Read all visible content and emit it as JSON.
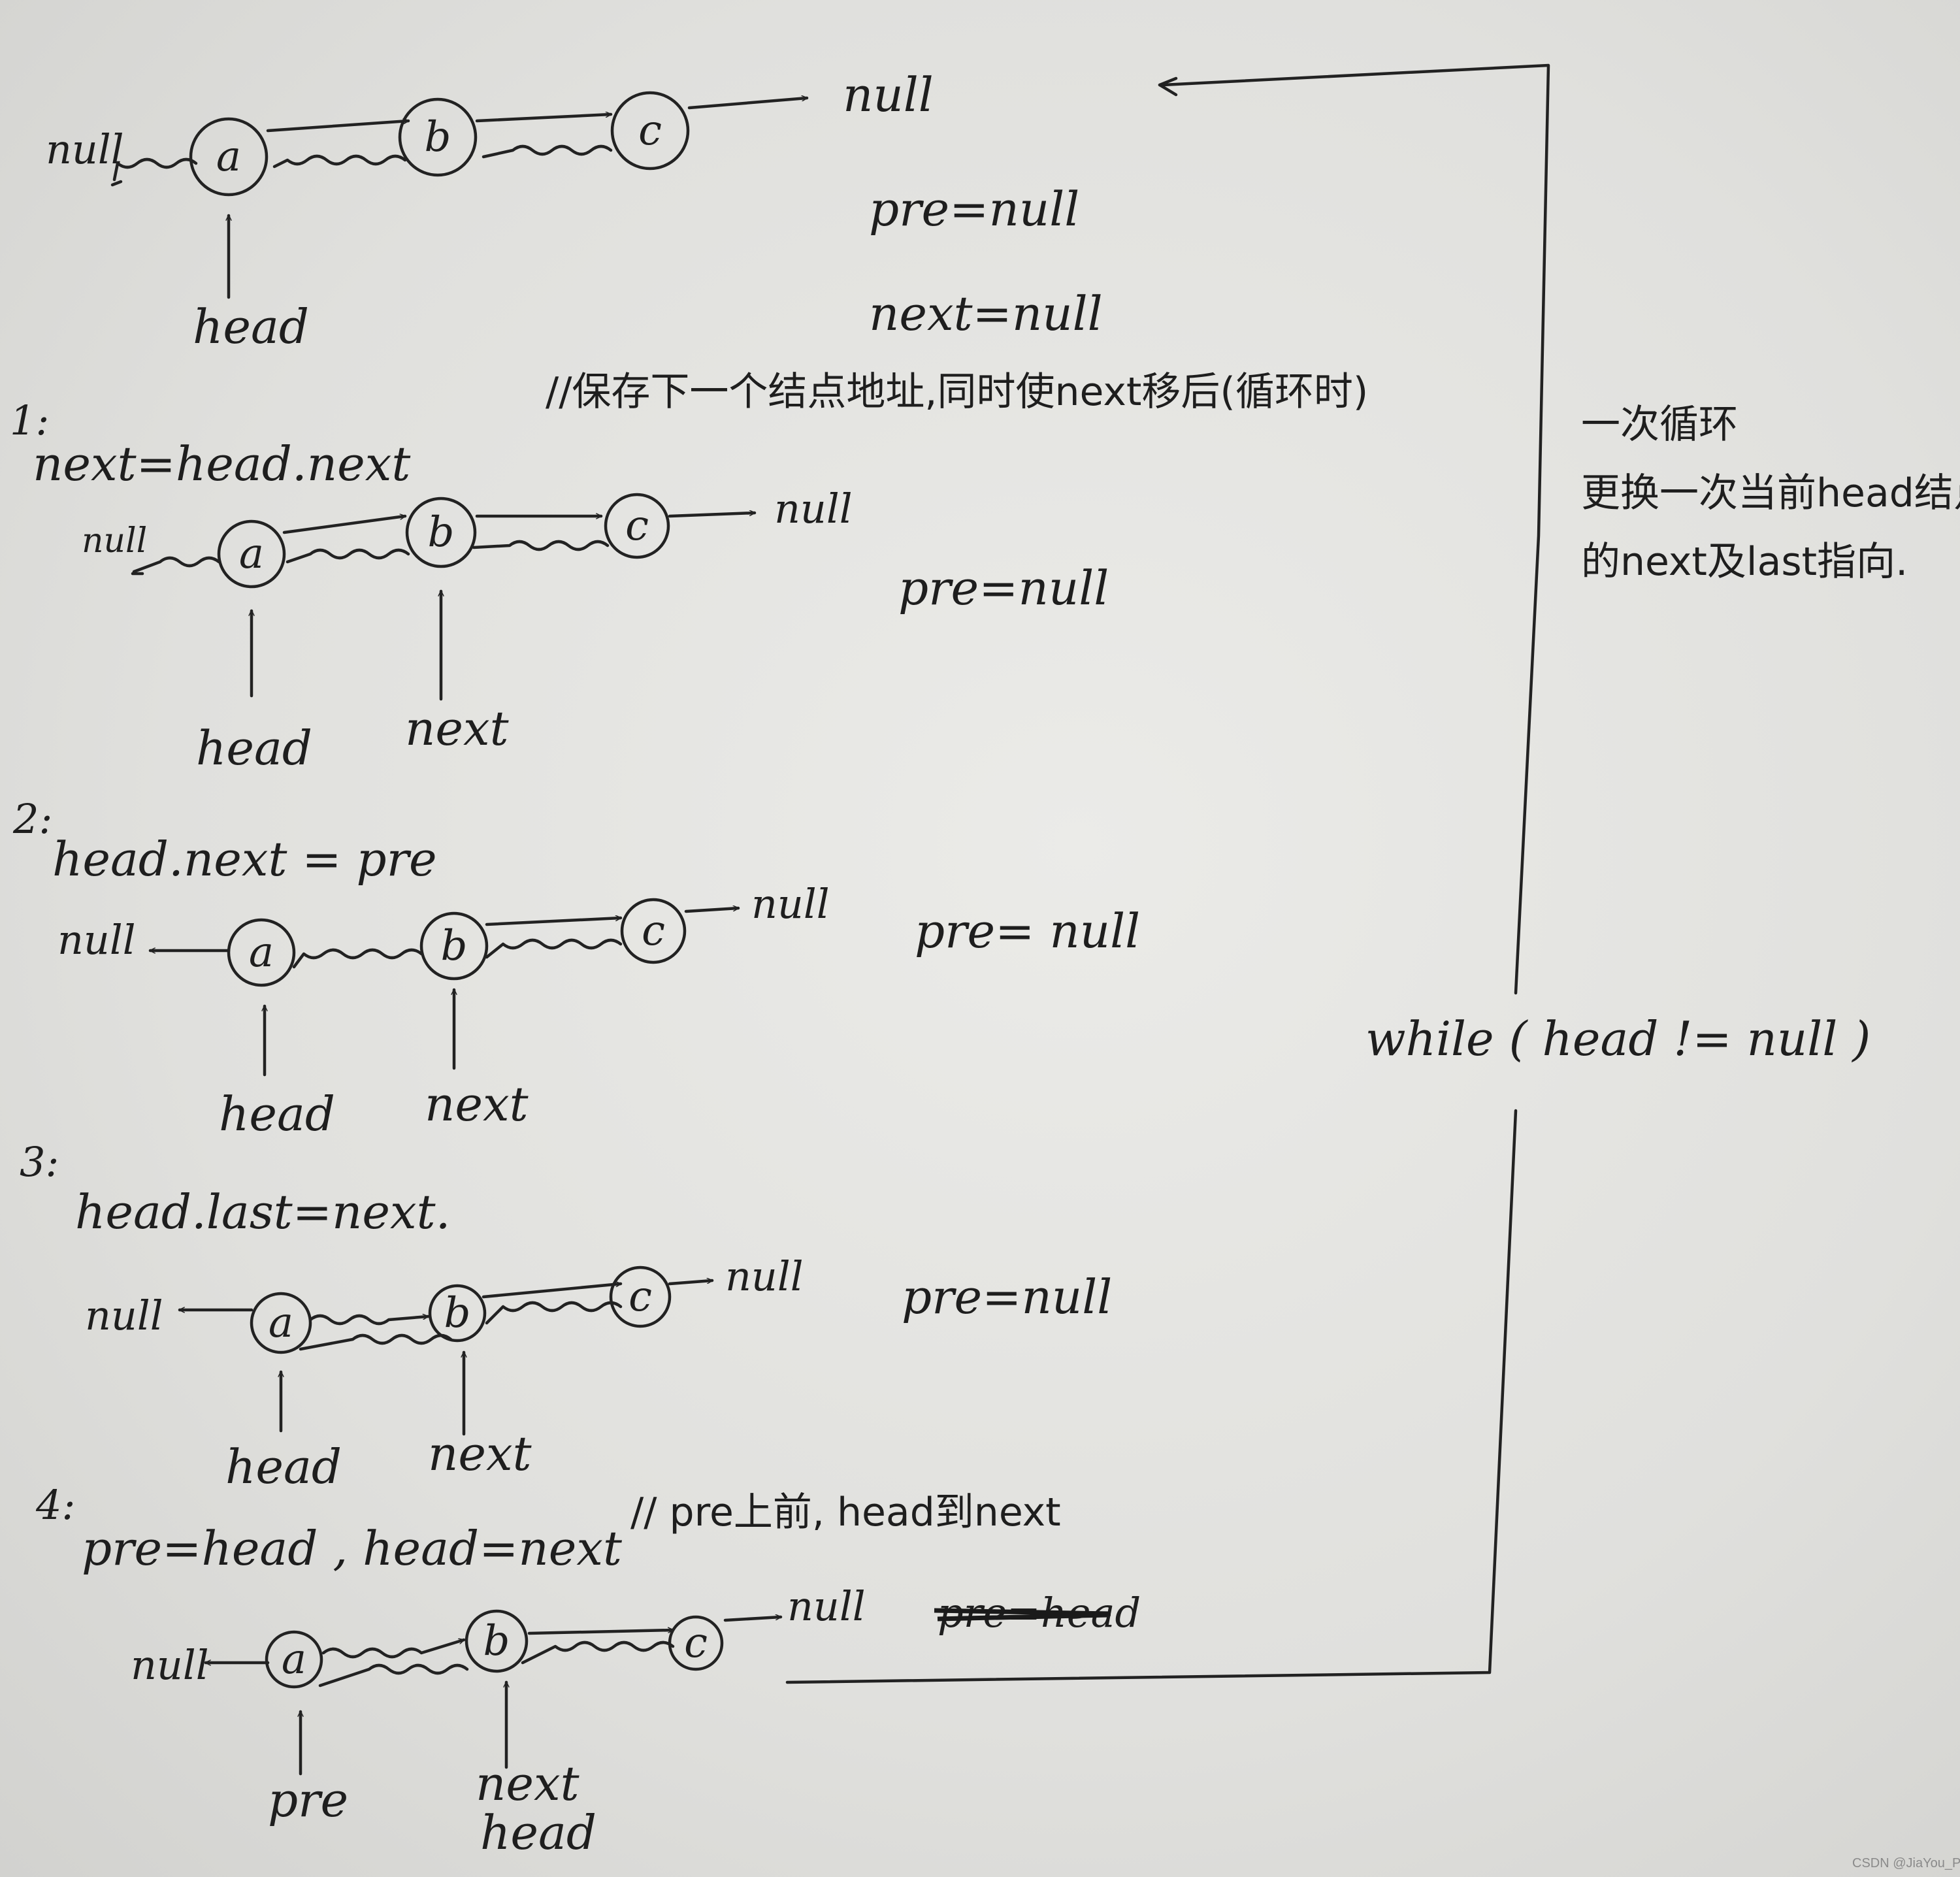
{
  "panels": [
    {
      "id": "initial",
      "step_label": "",
      "code": "",
      "nodes": [
        "a",
        "b",
        "c"
      ],
      "left_null": "null",
      "right_null": "null",
      "pointer_labels": [
        "head"
      ],
      "state_lines": [
        "pre=null",
        "next=null"
      ]
    },
    {
      "id": "step1",
      "step_label": "1:",
      "code": "next=head.next",
      "comment": "//保存下一个结点地址,同时使next移后(循环时)",
      "nodes": [
        "a",
        "b",
        "c"
      ],
      "left_null": "null",
      "right_null": "null",
      "pointer_labels": [
        "head",
        "next"
      ],
      "state_lines": [
        "pre=null"
      ]
    },
    {
      "id": "step2",
      "step_label": "2:",
      "code": "head.next = pre",
      "nodes": [
        "a",
        "b",
        "c"
      ],
      "left_null": "null",
      "right_null": "null",
      "pointer_labels": [
        "head",
        "next"
      ],
      "state_lines": [
        "pre= null"
      ]
    },
    {
      "id": "step3",
      "step_label": "3:",
      "code": "head.last=next.",
      "nodes": [
        "a",
        "b",
        "c"
      ],
      "left_null": "null",
      "right_null": "null",
      "pointer_labels": [
        "head",
        "next"
      ],
      "state_lines": [
        "pre=null"
      ]
    },
    {
      "id": "step4",
      "step_label": "4:",
      "code": "pre=head ,  head=next",
      "comment": "// pre上前, head到next",
      "nodes": [
        "a",
        "b",
        "c"
      ],
      "left_null": "null",
      "right_null": "null",
      "pointer_labels": [
        "pre",
        "next",
        "head"
      ],
      "strikethrough": "pre=head"
    }
  ],
  "loop": {
    "condition": "while ( head != null )",
    "note_lines": [
      "一次循环",
      "更换一次当前head结点",
      "的next及last指向."
    ]
  },
  "watermark": "CSDN @JiaYou_PPZ",
  "ink_color": "#222222",
  "paper_color": "#e6e6e3"
}
